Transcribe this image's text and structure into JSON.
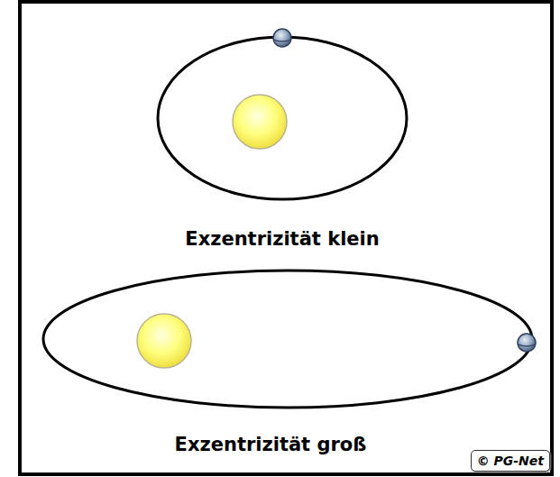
{
  "diagram": {
    "nodes": [
      {
        "text": [
          "© PG-Net"
        ]
      }
    ],
    "labels": [
      "Exzentrizität klein",
      "Exzentrizität groß"
    ]
  }
}
